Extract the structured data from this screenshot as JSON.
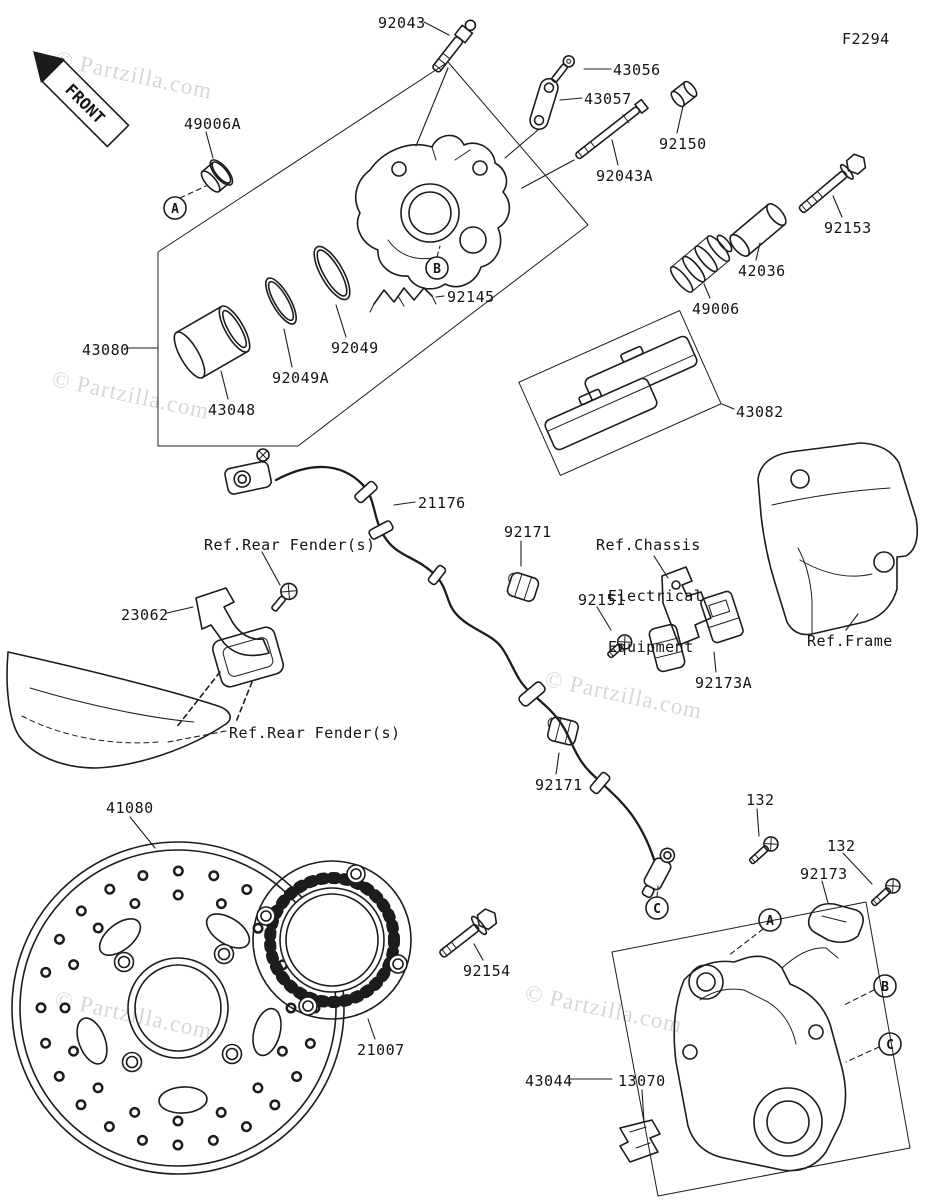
{
  "page": {
    "diagram_code": "F2294",
    "front_label": "FRONT",
    "watermark": "© Partzilla.com",
    "background": "#ffffff",
    "line_color": "#1c1c1c",
    "watermark_color": "rgba(0,0,0,0.16)"
  },
  "parts": {
    "p92043": "92043",
    "p43056": "43056",
    "p43057": "43057",
    "p92150": "92150",
    "p92043a": "92043A",
    "p49006a": "49006A",
    "p92153": "92153",
    "p42036": "42036",
    "p49006": "49006",
    "p92145": "92145",
    "p92049": "92049",
    "p43080": "43080",
    "p92049a": "92049A",
    "p43048": "43048",
    "p43082": "43082",
    "p21176": "21176",
    "p92171_top": "92171",
    "p23062": "23062",
    "p92151": "92151",
    "p92173a": "92173A",
    "p92171_bottom": "92171",
    "p41080": "41080",
    "p132_left": "132",
    "p132_right": "132",
    "p92173": "92173",
    "p92154": "92154",
    "p21007": "21007",
    "p43044": "43044",
    "p13070": "13070"
  },
  "references": {
    "chassis_line1": "Ref.Chassis",
    "chassis_line2": "Electrical",
    "chassis_line3": "Equipment",
    "rear_fender_top": "Ref.Rear Fender(s)",
    "rear_fender_bottom": "Ref.Rear Fender(s)",
    "frame": "Ref.Frame"
  },
  "callouts": {
    "a_top": "A",
    "b_top": "B",
    "c_bottom": "C",
    "a_right": "A",
    "b_right": "B",
    "c_right": "C"
  }
}
